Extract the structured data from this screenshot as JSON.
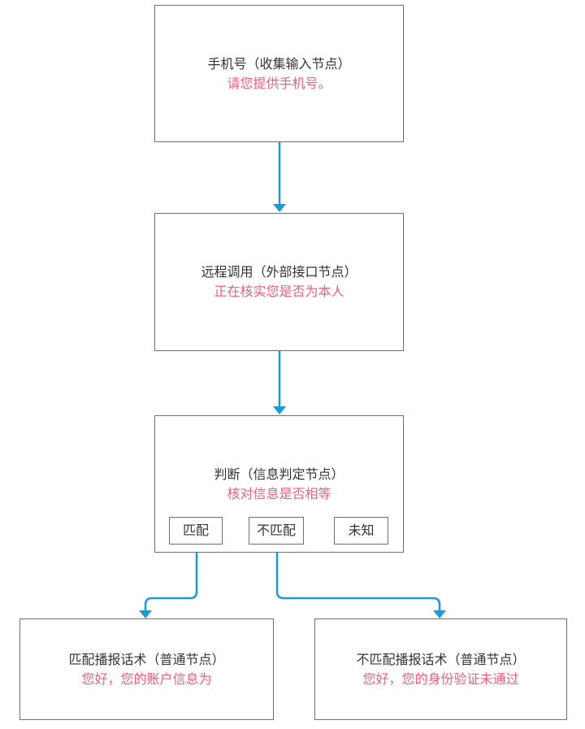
{
  "colors": {
    "prompt_text": "#f0607a",
    "connector": "#1a9bd7",
    "border": "#6f6f6f"
  },
  "nodes": {
    "phone": {
      "title": "手机号（收集输入节点）",
      "prompt": "请您提供手机号。"
    },
    "remote_call": {
      "title": "远程调用（外部接口节点）",
      "prompt": "正在核实您是否为本人"
    },
    "judge": {
      "title": "判断（信息判定节点）",
      "prompt": "核对信息是否相等",
      "branches": [
        "匹配",
        "不匹配",
        "未知"
      ]
    },
    "match_broadcast": {
      "title": "匹配播报话术（普通节点）",
      "prompt": "您好，您的账户信息为"
    },
    "mismatch_broadcast": {
      "title": "不匹配播报话术（普通节点）",
      "prompt": "您好，您的身份验证未通过"
    }
  }
}
